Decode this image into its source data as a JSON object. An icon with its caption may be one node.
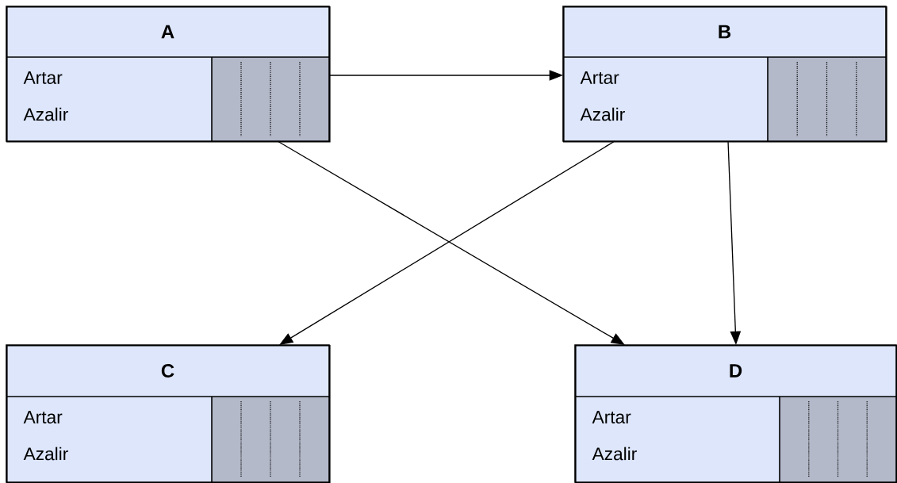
{
  "diagram": {
    "nodes": [
      {
        "text": [
          "A",
          "Artar",
          "Azalir"
        ]
      },
      {
        "text": [
          "B",
          "Artar",
          "Azalir"
        ]
      },
      {
        "text": [
          "C",
          "Artar",
          "Azalir"
        ]
      },
      {
        "text": [
          "D",
          "Artar",
          "Azalir"
        ]
      }
    ],
    "edges": [
      {
        "from": 0,
        "to": 1,
        "arrow": "to"
      },
      {
        "from": 0,
        "to": 3,
        "arrow": "to"
      },
      {
        "from": 1,
        "to": 2,
        "arrow": "to"
      },
      {
        "from": 1,
        "to": 3,
        "arrow": "to"
      }
    ]
  }
}
